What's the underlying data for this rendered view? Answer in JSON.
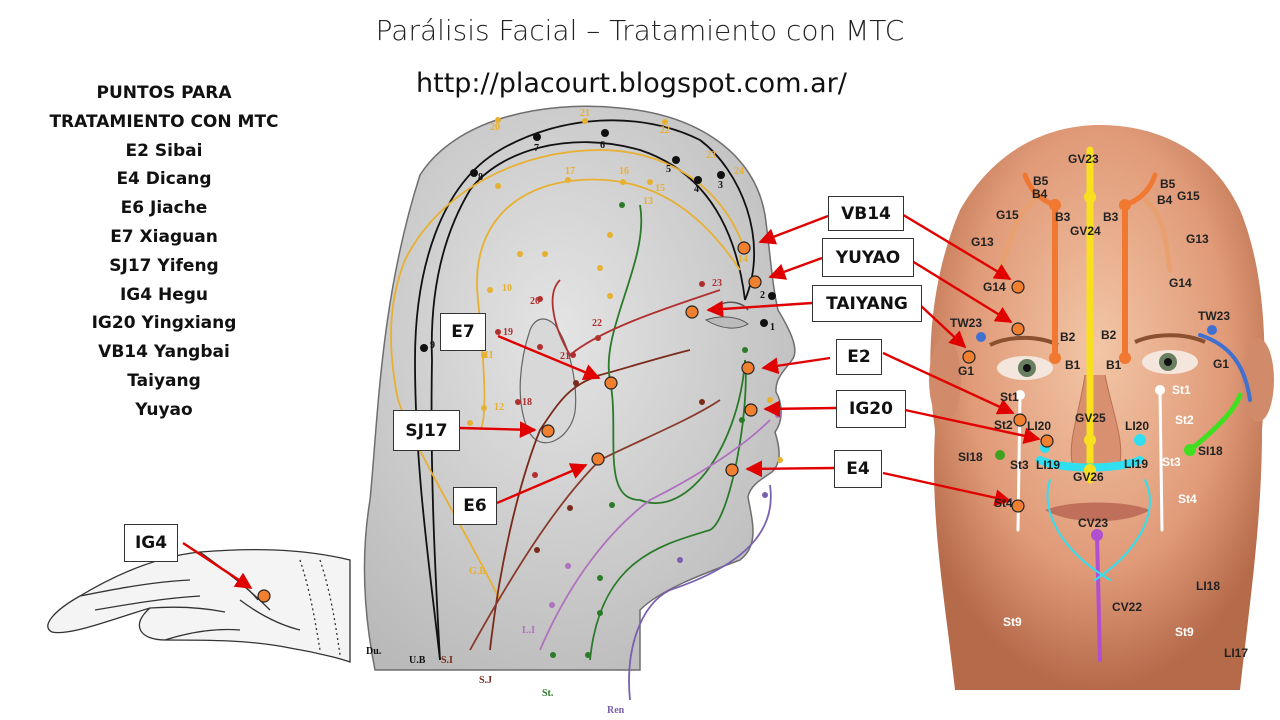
{
  "title": "Parálisis Facial – Tratamiento con MTC",
  "url": "http://placourt.blogspot.com.ar/",
  "list": {
    "heading_line1": "PUNTOS PARA",
    "heading_line2": "TRATAMIENTO CON MTC",
    "items": [
      "E2 Sibai",
      "E4 Dicang",
      "E6 Jiache",
      "E7 Xiaguan",
      "SJ17 Yifeng",
      "IG4 Hegu",
      "IG20 Yingxiang",
      "VB14 Yangbai",
      "Taiyang",
      "Yuyao"
    ]
  },
  "callouts": {
    "vb14": "VB14",
    "yuyao": "YUYAO",
    "taiyang": "TAIYANG",
    "e2": "E2",
    "ig20": "IG20",
    "e4": "E4",
    "e7": "E7",
    "sj17": "SJ17",
    "e6": "E6",
    "ig4": "IG4"
  },
  "colors": {
    "marker": "#f08030",
    "arrow": "#e00000",
    "box_border": "#333333"
  },
  "head_labels": {
    "meridians": [
      "Du.",
      "U.B",
      "S.I",
      "S.J",
      "St.",
      "L.I",
      "G.B",
      "Ren"
    ],
    "numbers": [
      "20",
      "21",
      "22",
      "23",
      "24",
      "7",
      "6",
      "5",
      "4",
      "3",
      "8",
      "9",
      "17",
      "16",
      "15",
      "14",
      "13",
      "12",
      "11",
      "10",
      "19",
      "18",
      "20",
      "21",
      "22",
      "23",
      "2",
      "1"
    ]
  },
  "face_labels": {
    "gv": [
      "GV23",
      "GV24",
      "GV25",
      "GV26"
    ],
    "bladder": [
      "B5",
      "B4",
      "B3",
      "B2",
      "B1",
      "B5",
      "B4",
      "B3",
      "B2",
      "B1"
    ],
    "gb": [
      "G15",
      "G13",
      "G14",
      "G1",
      "G15",
      "G13",
      "G14",
      "G1"
    ],
    "tw": [
      "TW23",
      "TW23"
    ],
    "st": [
      "St1",
      "St2",
      "St3",
      "St4",
      "St9",
      "St1",
      "St2",
      "St3",
      "St4",
      "St9"
    ],
    "li": [
      "LI20",
      "LI19",
      "LI20",
      "LI19",
      "LI18",
      "LI17"
    ],
    "si": [
      "SI18",
      "SI18"
    ],
    "cv": [
      "CV23",
      "CV22"
    ]
  }
}
